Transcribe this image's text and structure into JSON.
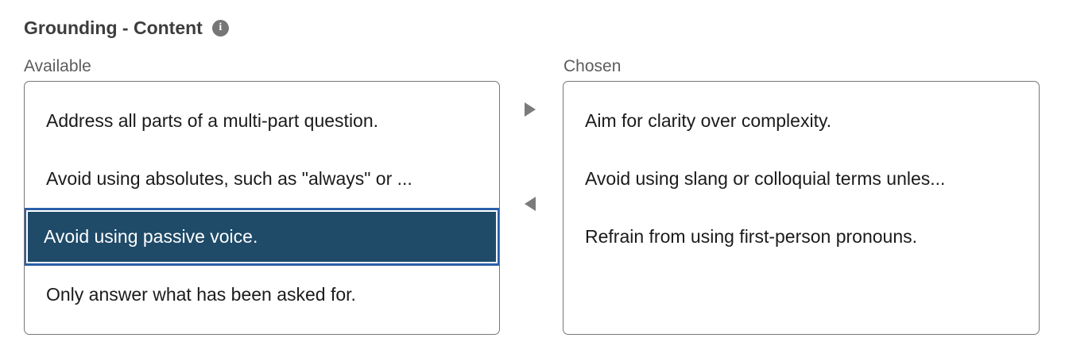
{
  "header": {
    "title": "Grounding - Content",
    "info_icon": "info-icon",
    "info_glyph": "i"
  },
  "colors": {
    "selected_fill": "#1f4a68",
    "selected_outline": "#2b5fa8",
    "box_border": "#767676",
    "label_text": "#5c5c5c",
    "title_text": "#3d3d3d",
    "item_text": "#1b1b1b",
    "arrow": "#7b7b7b",
    "info_badge": "#767676"
  },
  "available": {
    "label": "Available",
    "items": [
      {
        "text": "Address all parts of a multi-part question.",
        "selected": false
      },
      {
        "text": "Avoid using absolutes, such as \"always\" or ...",
        "selected": false
      },
      {
        "text": "Avoid using passive voice.",
        "selected": true
      },
      {
        "text": "Only answer what has been asked for.",
        "selected": false
      }
    ]
  },
  "chosen": {
    "label": "Chosen",
    "items": [
      {
        "text": "Aim for clarity over complexity.",
        "selected": false
      },
      {
        "text": "Avoid using slang or colloquial terms unles...",
        "selected": false
      },
      {
        "text": "Refrain from using first-person pronouns.",
        "selected": false
      }
    ]
  },
  "transfer": {
    "to_chosen_icon": "triangle-right-icon",
    "to_available_icon": "triangle-left-icon"
  }
}
